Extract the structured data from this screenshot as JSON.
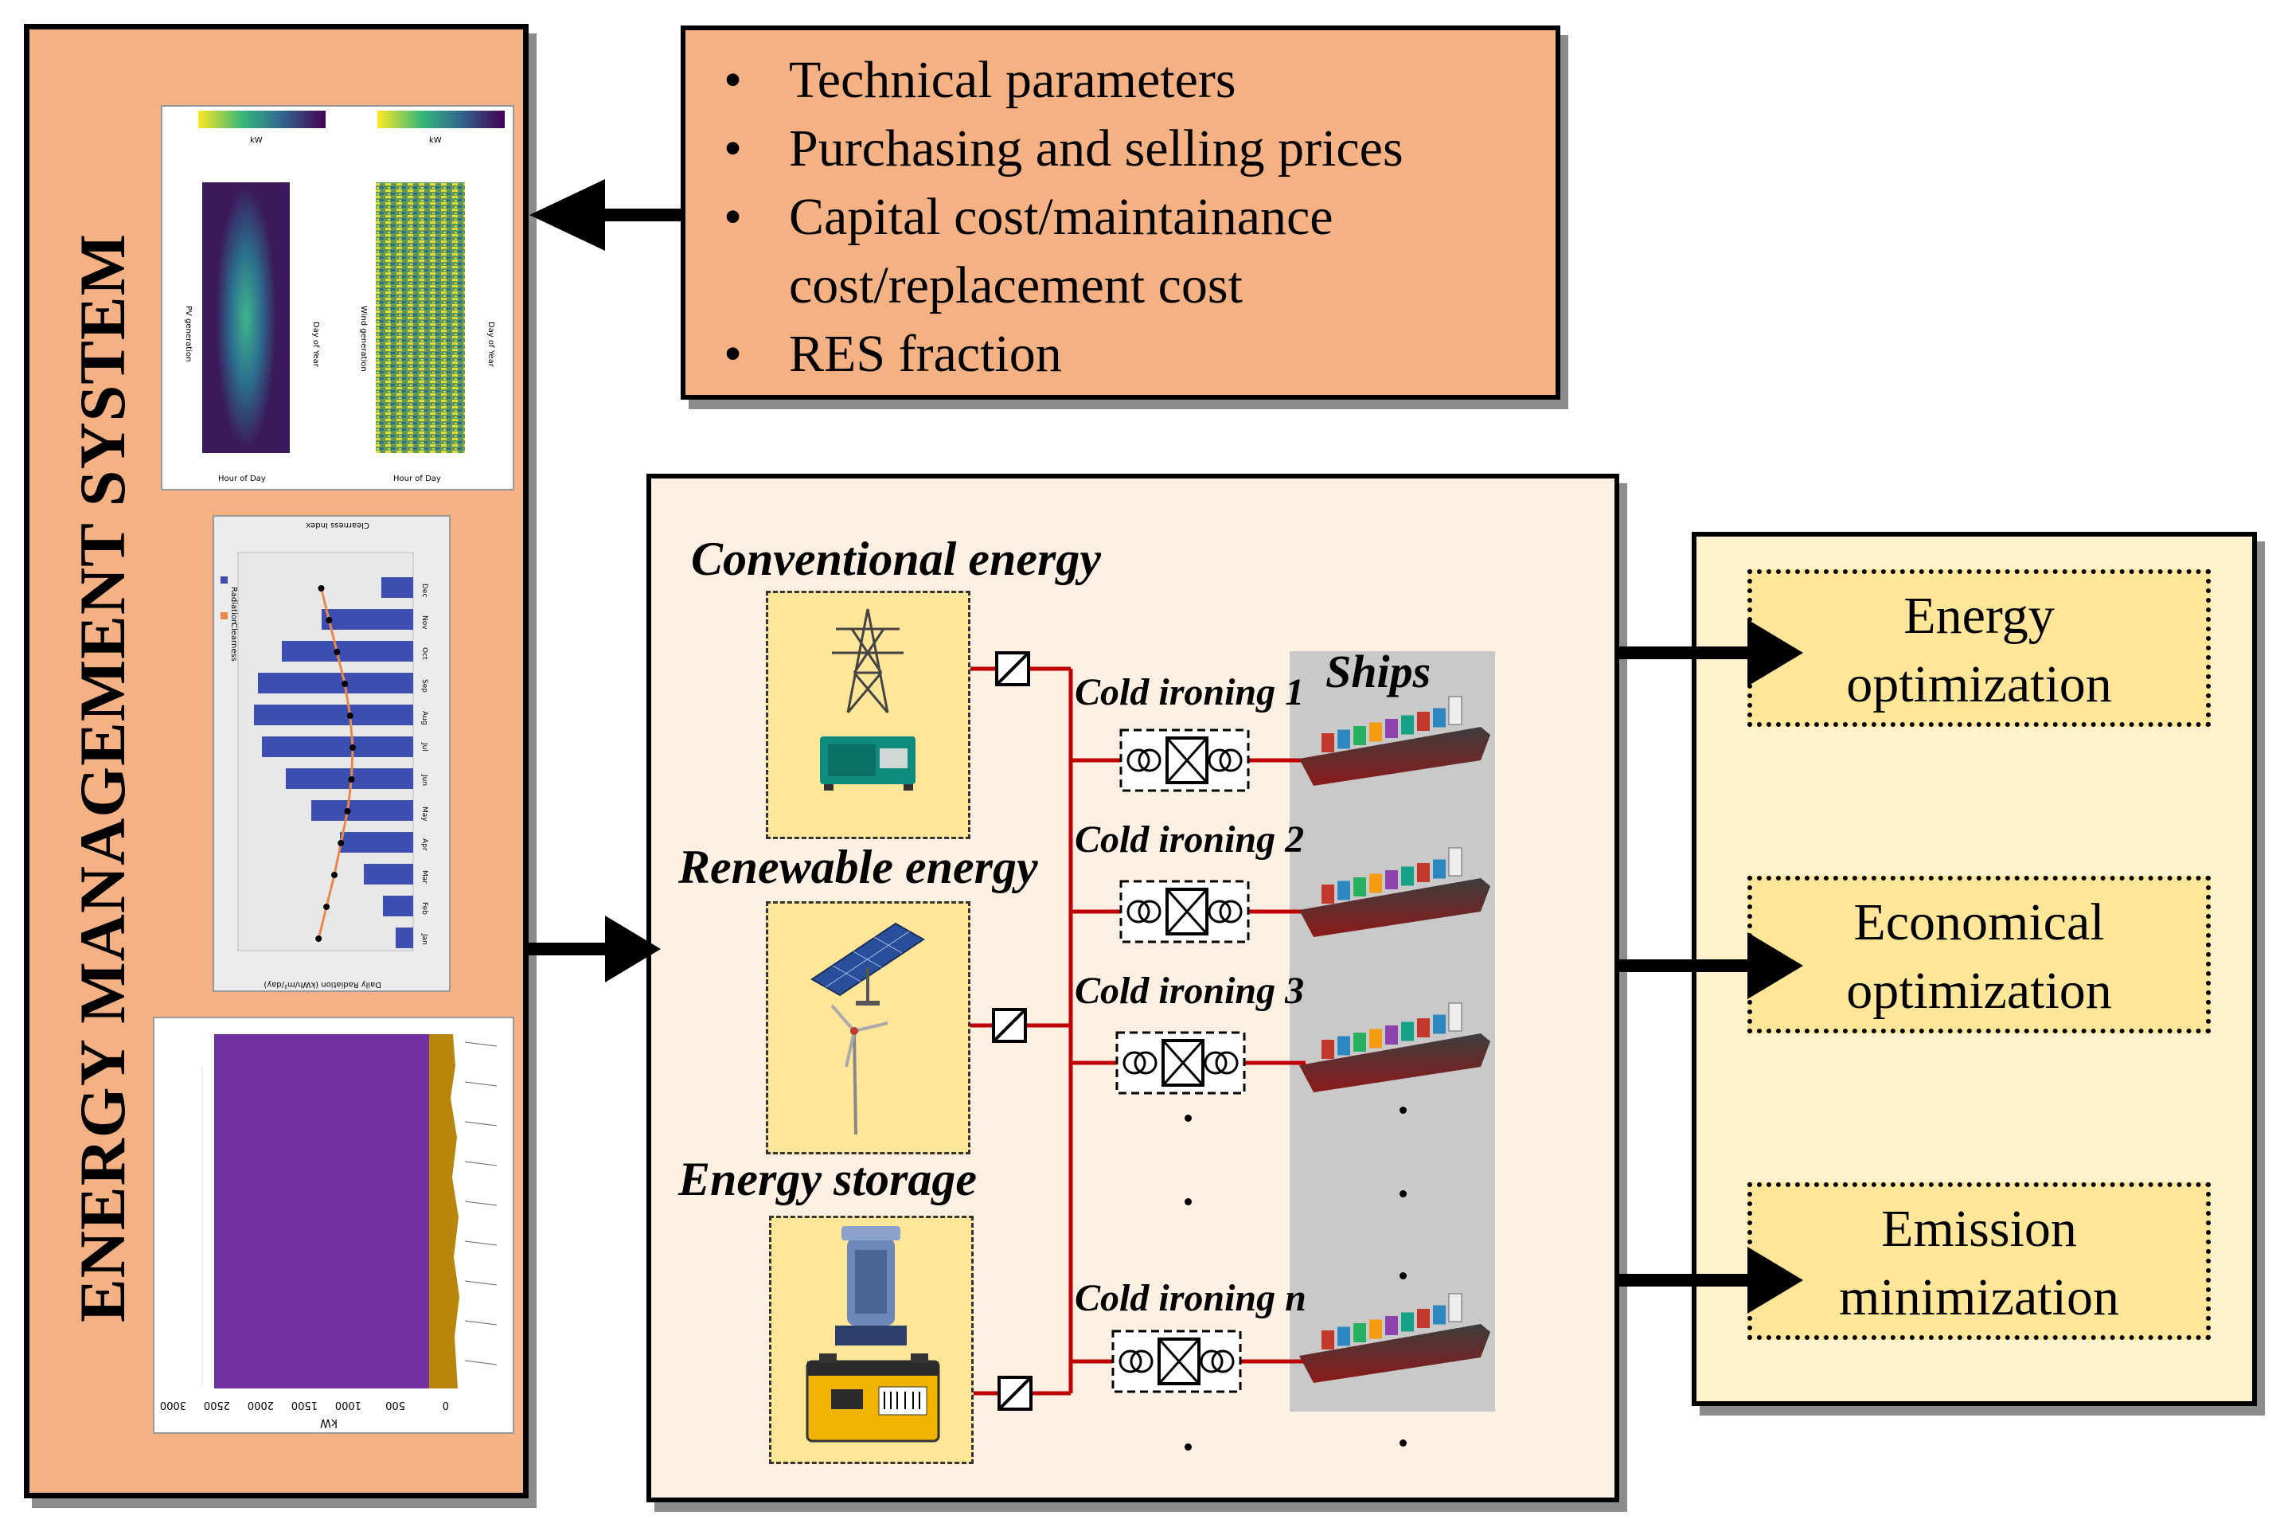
{
  "ems": {
    "title": "ENERGY MANAGEMENT SYSTEM",
    "thumb1": {
      "left_label": "PV generation",
      "right_label": "Wind generation",
      "xlabel": "Day of Year",
      "ylabel": "Hour of Day",
      "cbar_label": "kW"
    },
    "thumb2": {
      "legend_radiation": "Radiation",
      "legend_clearness": "Clearness",
      "axis_label": "Daily Radiation (kWh/m²/day)",
      "top_label": "Clearness Index",
      "months": [
        "Jan",
        "Feb",
        "Mar",
        "Apr",
        "May",
        "Jun",
        "Jul",
        "Aug",
        "Sep",
        "Oct",
        "Nov",
        "Dec"
      ]
    },
    "thumb3": {
      "axis_label": "kW",
      "ticks": [
        "3000",
        "2500",
        "2000",
        "1500",
        "1000",
        "500",
        "0"
      ]
    }
  },
  "parameters": {
    "items": [
      "Technical parameters",
      "Purchasing and selling prices",
      "Capital cost/maintainance",
      "cost/replacement cost",
      "RES fraction"
    ]
  },
  "system": {
    "conventional_label": "Conventional energy",
    "renewable_label": "Renewable energy",
    "storage_label": "Energy storage",
    "ships_label": "Ships",
    "cold_ironing": [
      "Cold ironing 1",
      "Cold ironing 2",
      "Cold ironing 3",
      "Cold ironing n"
    ]
  },
  "outcomes": {
    "energy": {
      "line1": "Energy",
      "line2": "optimization"
    },
    "economical": {
      "line1": "Economical",
      "line2": "optimization"
    },
    "emission": {
      "line1": "Emission",
      "line2": "minimization"
    }
  },
  "colors": {
    "panel_orange": "#f4b183",
    "system_bg": "#fdf0e3",
    "source_yellow": "#ffe699",
    "outcome_bg": "#fff2cc",
    "line_red": "#c00000",
    "ships_gray": "#c9c9c9"
  }
}
